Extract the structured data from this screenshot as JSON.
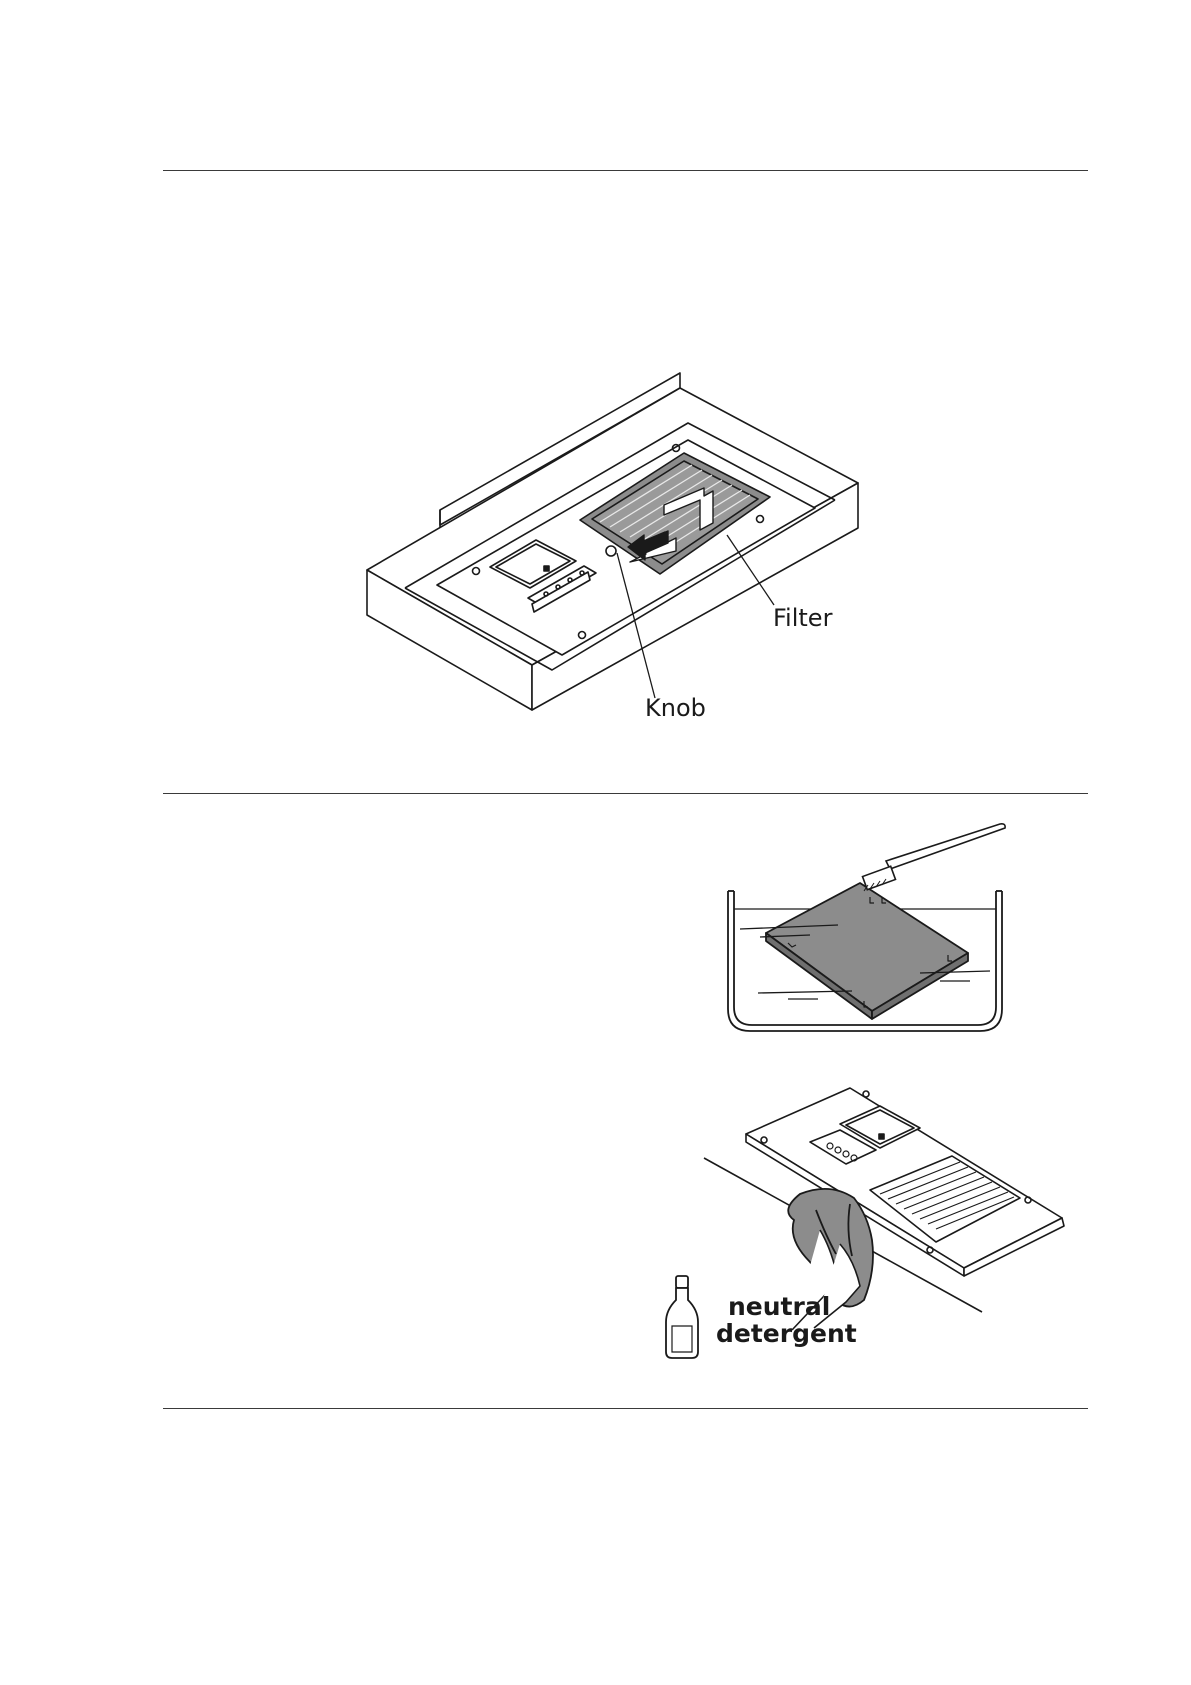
{
  "figure1": {
    "filter_label": "Filter",
    "knob_label": "Knob"
  },
  "figure3": {
    "detergent_line1": "neutral",
    "detergent_line2": "detergent"
  },
  "colors": {
    "line": "#1a1a1a",
    "filter_fill": "#8c8c8c",
    "panel_fill": "#ffffff"
  },
  "icons": [
    "range-hood-illustration",
    "filter-in-water-illustration",
    "wipe-with-cloth-illustration",
    "detergent-bottle-icon",
    "toothbrush-icon",
    "arrow-icon"
  ]
}
